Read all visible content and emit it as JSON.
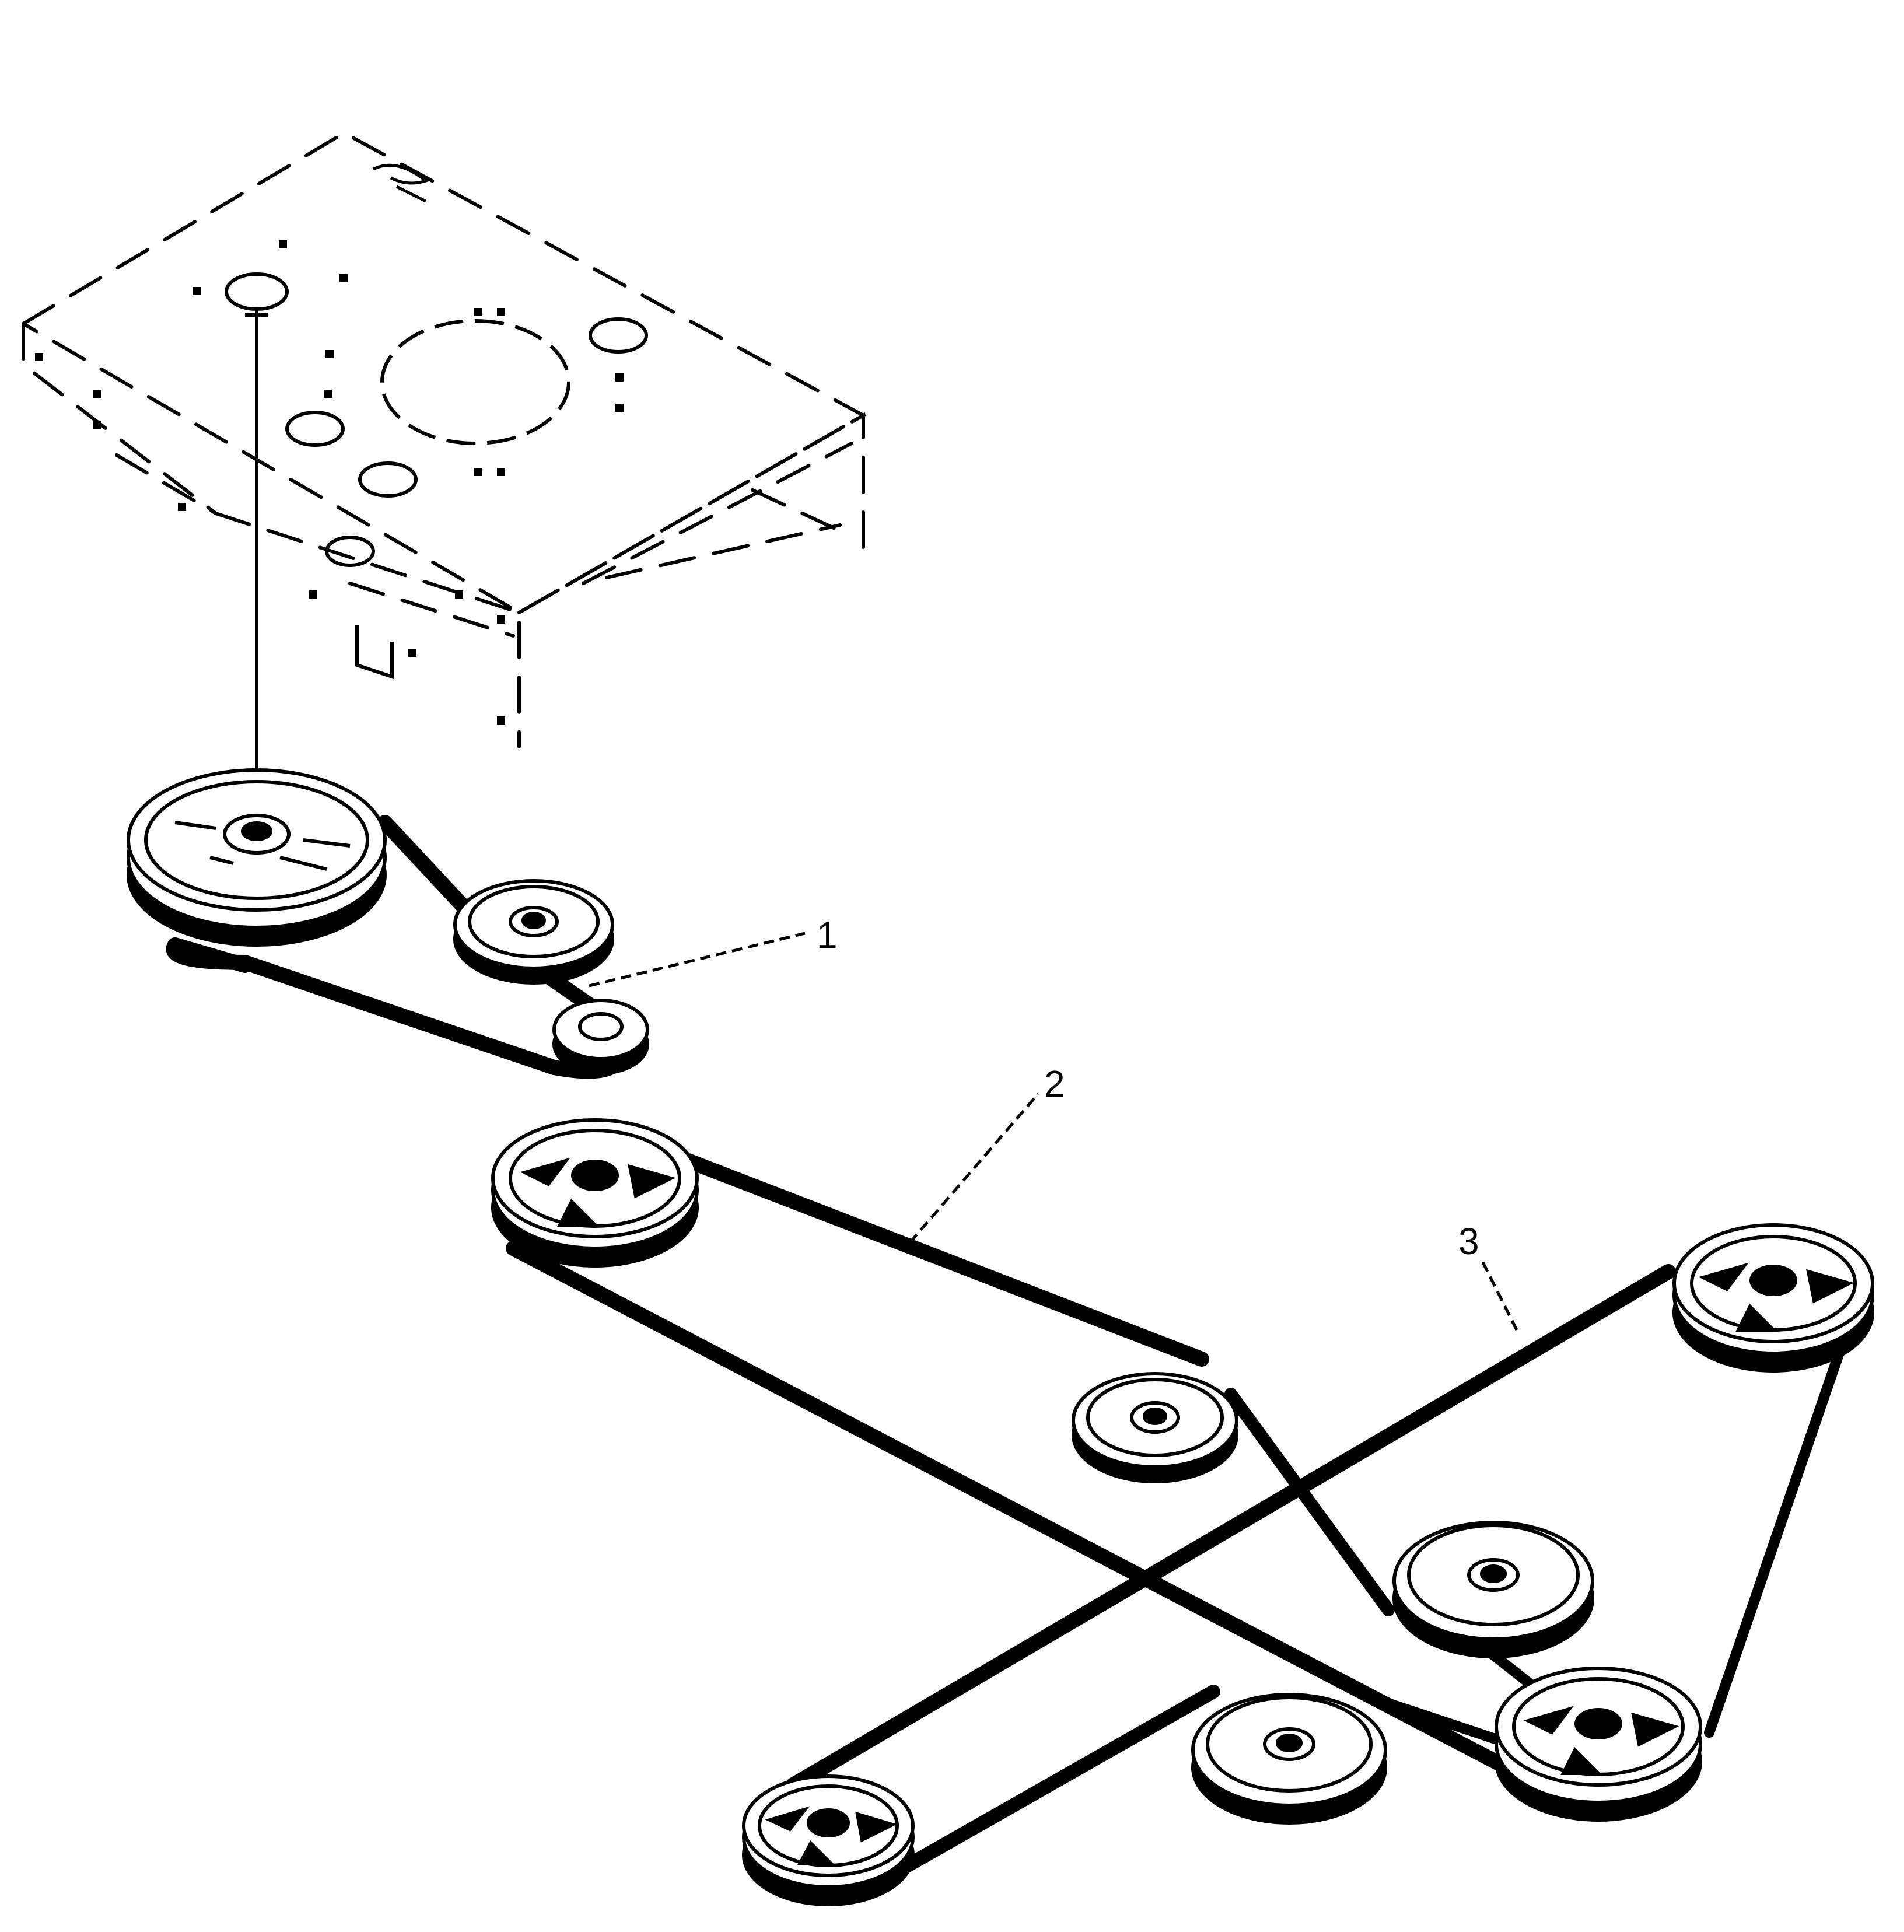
{
  "diagram": {
    "line_color": "#000000",
    "background": "#ffffff",
    "callouts": [
      {
        "id": "1",
        "label": "1"
      },
      {
        "id": "2",
        "label": "2"
      },
      {
        "id": "3",
        "label": "3"
      }
    ],
    "components": [
      {
        "name": "deck-plate",
        "icon": "deck-plate-outline"
      },
      {
        "name": "drive-pulley",
        "icon": "pulley"
      },
      {
        "name": "idler-pulley-top",
        "icon": "pulley"
      },
      {
        "name": "small-pulley",
        "icon": "pulley"
      },
      {
        "name": "pulley-left",
        "icon": "pulley"
      },
      {
        "name": "pulley-center",
        "icon": "pulley"
      },
      {
        "name": "pulley-right-top",
        "icon": "pulley"
      },
      {
        "name": "idler-right",
        "icon": "pulley"
      },
      {
        "name": "pulley-right-bottom",
        "icon": "pulley"
      },
      {
        "name": "idler-bottom",
        "icon": "pulley"
      },
      {
        "name": "pulley-bottom-left",
        "icon": "pulley"
      }
    ]
  }
}
